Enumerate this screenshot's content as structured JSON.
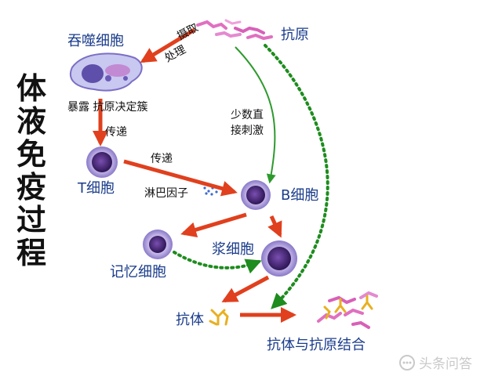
{
  "side_title": [
    "体",
    "液",
    "免",
    "疫",
    "过",
    "程"
  ],
  "nodes": {
    "phagocyte": "吞噬细胞",
    "antigen": "抗原",
    "t_cell": "T细胞",
    "b_cell": "B细胞",
    "memory_cell": "记忆细胞",
    "plasma_cell": "浆细胞",
    "antibody": "抗体",
    "antibody_antigen_binding": "抗体与抗原结合"
  },
  "arrow_labels": {
    "uptake_line1": "摄取",
    "uptake_line2": "处理",
    "expose": "暴露 抗原决定簇",
    "transfer_down": "传递",
    "transfer_right": "传递",
    "lymphokine": "淋巴因子",
    "direct_line1": "少数直",
    "direct_line2": "接刺激"
  },
  "watermark": "头条问答",
  "colors": {
    "title_black": "#111111",
    "node_blue": "#1a3c8c",
    "arrow_red": "#e0401e",
    "arrow_green": "#2e9a2e",
    "dotted_green": "#1e8c1e",
    "cell_purple": "#6a4a9c",
    "cell_nucleus": "#3a1f66",
    "antigen_pink": "#e070c0",
    "antibody_yellow": "#e8b020"
  }
}
